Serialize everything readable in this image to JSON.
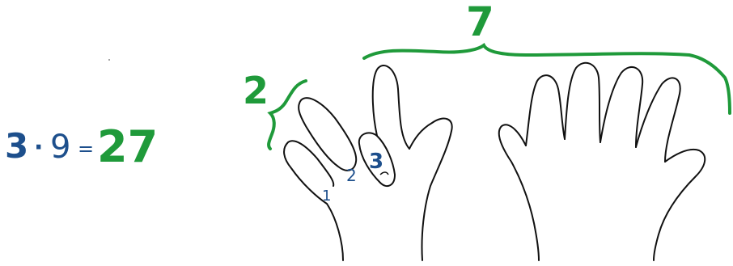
{
  "equation": {
    "factor_a": "3",
    "dot": "·",
    "factor_b": "9",
    "equals": "=",
    "result": "27"
  },
  "brace_labels": {
    "left": "2",
    "right": "7"
  },
  "finger_labels": [
    "1",
    "2",
    "3"
  ],
  "colors": {
    "blue": "#1d4f8c",
    "green": "#1f9a3a",
    "ink": "#111111",
    "background": "#ffffff"
  }
}
